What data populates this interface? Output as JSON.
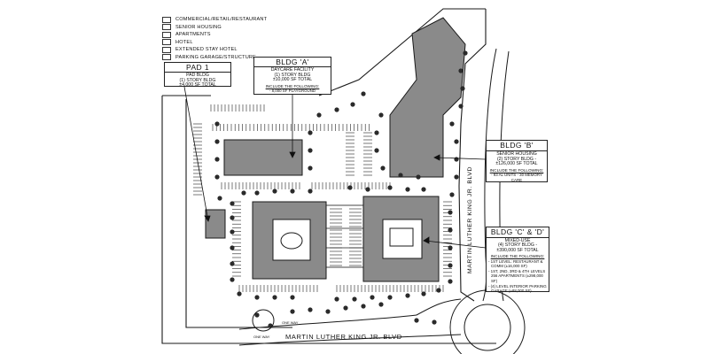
{
  "legend": [
    {
      "label": "COMMERCIAL/RETAIL/RESTAURANT",
      "color": "#ffffff"
    },
    {
      "label": "SENIOR HOUSING",
      "color": "#ffffff"
    },
    {
      "label": "APARTMENTS",
      "color": "#ffffff"
    },
    {
      "label": "HOTEL",
      "color": "#ffffff"
    },
    {
      "label": "EXTENDED STAY HOTEL",
      "color": "#ffffff"
    },
    {
      "label": "PARKING GARAGE/STRUCTURE",
      "color": "#ffffff"
    }
  ],
  "callouts": {
    "pad1": {
      "title": "PAD 1",
      "lines": [
        "PAD BLDG",
        "(1) STORY BLDG",
        "±4,000 SF TOTAL"
      ]
    },
    "bldg_a": {
      "title": "BLDG 'A'",
      "lines": [
        "DAYCARE FACILITY",
        "(1) STORY BLDG",
        "±10,000 SF TOTAL"
      ],
      "include_heading": "INCLUDE THE FOLLOWING:",
      "items": [
        "- 8,000 SF PLAYGROUND"
      ]
    },
    "bldg_b": {
      "title": "BLDG 'B'",
      "lines": [
        "SENIOR HOUSING",
        "(2) STORY BLDG -",
        "±126,000 SF TOTAL"
      ],
      "include_heading": "INCLUDE THE FOLLOWING:",
      "items": [
        "- 93 AL UNITS - 30 MEMORY CARE"
      ]
    },
    "bldg_cd": {
      "title": "BLDG 'C' & 'D'",
      "lines": [
        "MIXED-USE",
        "(4) STORY BLDG -",
        "±390,000 SF TOTAL"
      ],
      "include_heading": "INCLUDE THE FOLLOWING:",
      "items": [
        "- 1ST LEVEL: RESTAURANT &",
        "COMM (±16,000 SF)",
        "- 1ST, 2ND, 3RD & 4TH LEVELS",
        "256 APARTMENTS (±298,000 SF)",
        "- (4) LEVEL INTERIOR PARKING",
        "GARAGE (±88,000 SF)"
      ]
    }
  },
  "roads": {
    "mlk_vertical": "MARTIN LUTHER KING JR. BLVD",
    "mlk_bottom": "MARTIN LUTHER KING JR. BLVD",
    "one_way": "ONE WAY"
  },
  "colors": {
    "building_fill": "#8a8a8a",
    "line": "#1a1a1a",
    "tree": "#2a2a2a"
  }
}
